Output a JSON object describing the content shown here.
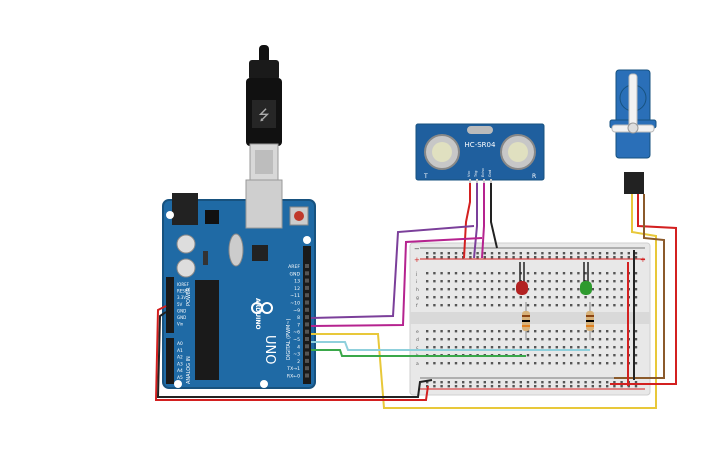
{
  "arduino": {
    "brand": "ARDUINO",
    "model": "UNO",
    "header_labels": [
      "AREF",
      "GND",
      "13",
      "12",
      "~11",
      "~10",
      "~9",
      "8",
      "7",
      "~6",
      "~5",
      "4",
      "~3",
      "2",
      "TX→1",
      "RX←0"
    ],
    "digital_label": "DIGITAL (PWM~)",
    "power_label": "POWER",
    "analog_label": "ANALOG IN",
    "power_pins": [
      "IOREF",
      "RESET",
      "3.3V",
      "5V",
      "GND",
      "GND",
      "Vin"
    ],
    "analog_pins": [
      "A0",
      "A1",
      "A2",
      "A3",
      "A4",
      "A5"
    ]
  },
  "sensor": {
    "name": "HC-SR04",
    "pins": [
      "Vcc",
      "Trig",
      "Echo",
      "Gnd"
    ],
    "left_mark": "T",
    "right_mark": "R"
  },
  "breadboard": {
    "row_letters_top": [
      "j",
      "i",
      "h",
      "g",
      "f"
    ],
    "row_letters_bottom": [
      "e",
      "d",
      "c",
      "b",
      "a"
    ],
    "plus": "+",
    "minus": "−"
  },
  "colors": {
    "board": "#1f6aa5",
    "board_dark": "#17527f",
    "wire_purple": "#7b3f9a",
    "wire_magenta": "#b5238f",
    "wire_yellow": "#e8c83a",
    "wire_green": "#3aa84a",
    "wire_cyan": "#8fd0dc",
    "wire_red": "#d32020",
    "wire_black": "#222222",
    "wire_brown": "#8b5a2b",
    "led_red": "#b22222",
    "led_green": "#2e9a2e",
    "servo": "#2a6fb8"
  }
}
